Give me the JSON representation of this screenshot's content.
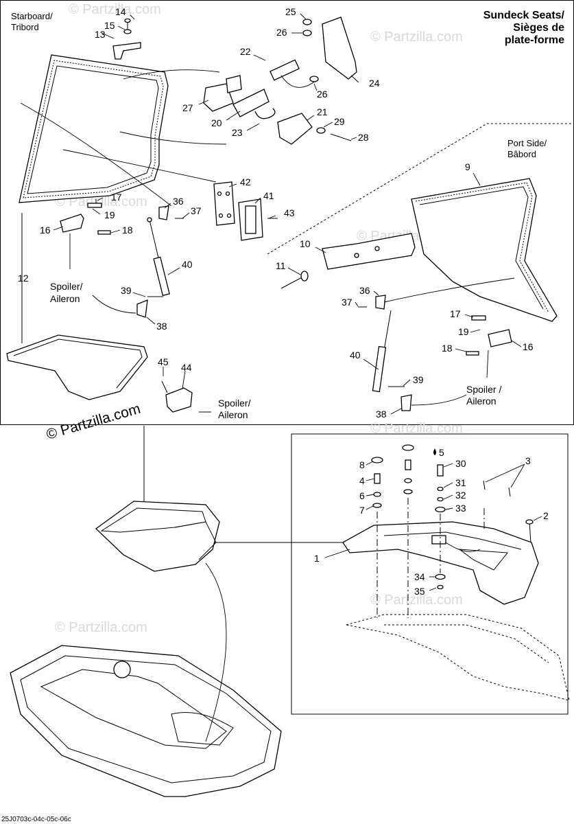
{
  "title": {
    "line1": "Sundeck Seats/",
    "line2": "Sièges de",
    "line3": "plate-forme"
  },
  "section_labels": {
    "starboard": [
      "Starboard/",
      "Tribord"
    ],
    "port": [
      "Port Side/",
      "Bâbord"
    ]
  },
  "spoiler_labels": {
    "left_top": [
      "Spoiler/",
      "Aileron"
    ],
    "left_bottom": [
      "Spoiler/",
      "Aileron"
    ],
    "right": [
      "Spoiler /",
      "Aileron"
    ]
  },
  "part_numbers": {
    "p14": "14",
    "p15": "15",
    "p13": "13",
    "p25": "25",
    "p26a": "26",
    "p22": "22",
    "p26b": "26",
    "p24": "24",
    "p27": "27",
    "p20": "20",
    "p23": "23",
    "p21": "21",
    "p29": "29",
    "p28": "28",
    "p42": "42",
    "p41": "41",
    "p43": "43",
    "p36a": "36",
    "p37a": "37",
    "p17a": "17",
    "p19a": "19",
    "p16a": "16",
    "p18a": "18",
    "p12": "12",
    "p40a": "40",
    "p39a": "39",
    "p38a": "38",
    "p45": "45",
    "p44": "44",
    "p9": "9",
    "p10": "10",
    "p11": "11",
    "p36b": "36",
    "p37b": "37",
    "p17b": "17",
    "p19b": "19",
    "p18b": "18",
    "p16b": "16",
    "p40b": "40",
    "p39b": "39",
    "p38b": "38",
    "p8": "8",
    "p5": "5",
    "p30": "30",
    "p3": "3",
    "p4": "4",
    "p31": "31",
    "p6": "6",
    "p32": "32",
    "p7": "7",
    "p33": "33",
    "p2": "2",
    "p1": "1",
    "p34": "34",
    "p35": "35"
  },
  "watermark": "© Partzilla.com",
  "copyright": "© Partzilla.com",
  "diagram_code": "25J0703c-04c-05c-06c"
}
